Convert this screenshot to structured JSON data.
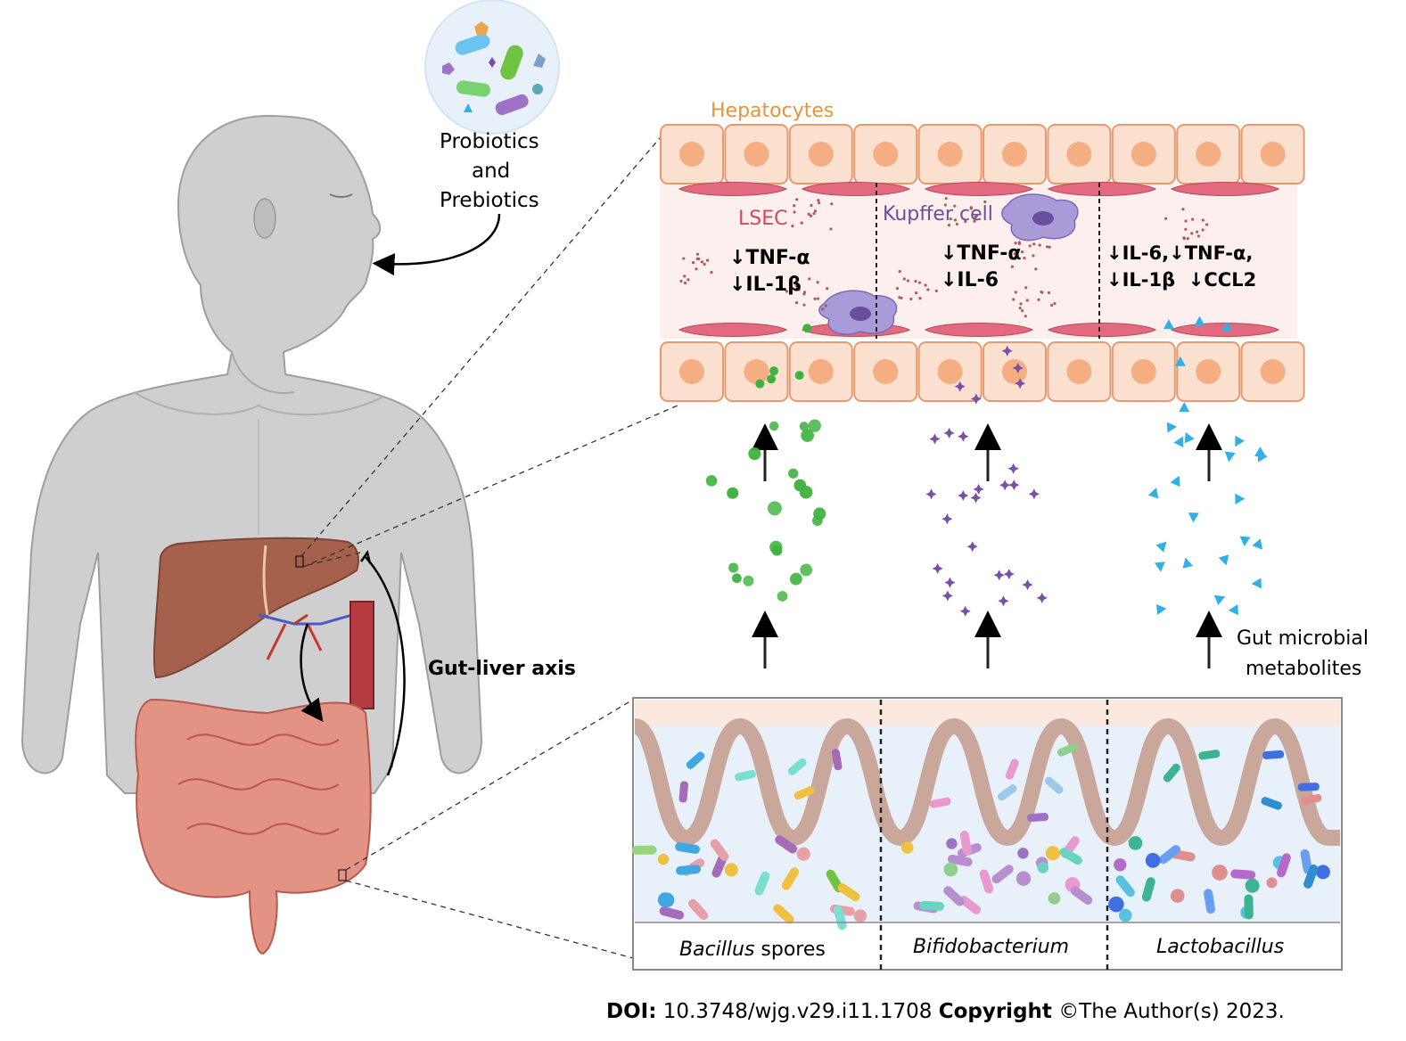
{
  "labels": {
    "supplement_line1": "Probiotics",
    "supplement_line2": "and",
    "supplement_line3": "Prebiotics",
    "axis": "Gut-liver axis",
    "hepatocytes": "Hepatocytes",
    "lsec": "LSEC",
    "kupffer": "Kupffer cell",
    "metabolites_line1": "Gut microbial",
    "metabolites_line2": "metabolites"
  },
  "panels": [
    {
      "effects": [
        "↓TNF-α",
        "↓IL-1β"
      ],
      "organism": "Bacillus",
      "organism_suffix": " spores",
      "metabolite_shape": "hexagon",
      "metabolite_color": "#3fb23f"
    },
    {
      "effects": [
        "↓TNF-α",
        "↓IL-6"
      ],
      "organism": "Bifidobacterium",
      "organism_suffix": "",
      "metabolite_shape": "star",
      "metabolite_color": "#7a4fa6"
    },
    {
      "effects": [
        "↓IL-6,↓TNF-α,",
        "↓IL-1β  ↓CCL2"
      ],
      "organism": "Lactobacillus",
      "organism_suffix": "",
      "metabolite_shape": "triangle",
      "metabolite_color": "#2fb0e6"
    }
  ],
  "footer": {
    "doi_label": "DOI:",
    "doi_value": " 10.3748/wjg.v29.i11.1708 ",
    "copyright_label": "Copyright",
    "copyright_value": " ©The Author(s) 2023."
  },
  "colors": {
    "hepatocyte_fill": "#fbe0cf",
    "hepatocyte_border": "#e69a72",
    "nucleus": "#f5ad82",
    "lsec": "#e36a7e",
    "sinusoid": "#fcefee",
    "liver": "#a5614c",
    "intestine": "#e39383",
    "body_gray": "#c9c9c9",
    "gut_lumen": "#e8f1fa",
    "hepatocytes_text": "#e8943a",
    "lsec_text": "#d04a5a",
    "kupffer_text": "#6a4ea0"
  }
}
